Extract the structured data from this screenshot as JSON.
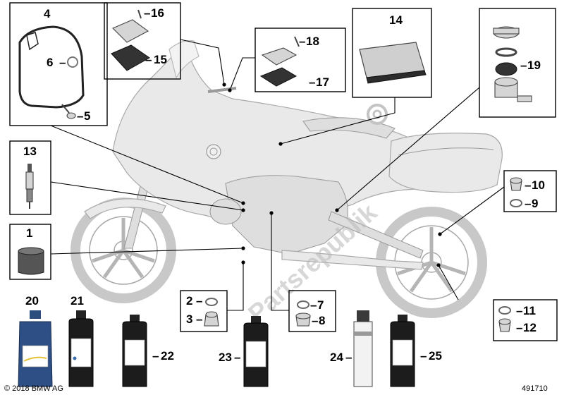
{
  "parts": [
    {
      "n": "1"
    },
    {
      "n": "2"
    },
    {
      "n": "3"
    },
    {
      "n": "4"
    },
    {
      "n": "5"
    },
    {
      "n": "6"
    },
    {
      "n": "7"
    },
    {
      "n": "8"
    },
    {
      "n": "9"
    },
    {
      "n": "10"
    },
    {
      "n": "11"
    },
    {
      "n": "12"
    },
    {
      "n": "13"
    },
    {
      "n": "14"
    },
    {
      "n": "15"
    },
    {
      "n": "16"
    },
    {
      "n": "17"
    },
    {
      "n": "18"
    },
    {
      "n": "19"
    },
    {
      "n": "20"
    },
    {
      "n": "21"
    },
    {
      "n": "22"
    },
    {
      "n": "23"
    },
    {
      "n": "24"
    },
    {
      "n": "25"
    }
  ],
  "copyright": "© 2018 BMW AG",
  "diagram_number": "491710",
  "watermark": "Partsrepublik"
}
